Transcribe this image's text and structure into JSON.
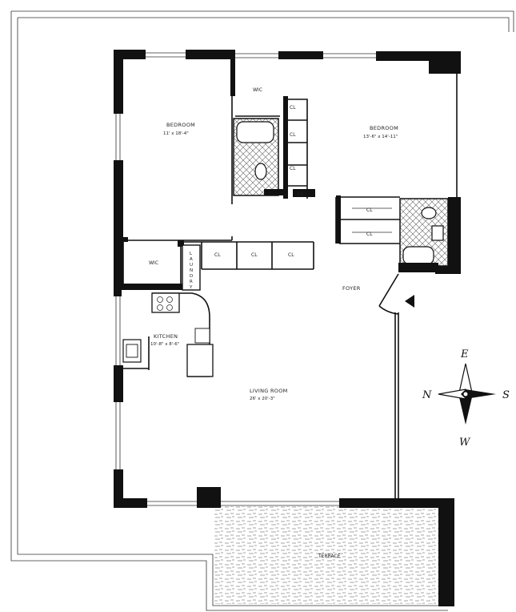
{
  "rooms": {
    "bedroom1": {
      "name": "BEDROOM",
      "dims": "11' x 18'-4\""
    },
    "bedroom2": {
      "name": "BEDROOM",
      "dims": "13'-6\" x 14'-11\""
    },
    "kitchen": {
      "name": "KITCHEN",
      "dims": "10'-8\" x 8'-6\""
    },
    "living": {
      "name": "LIVING ROOM",
      "dims": "26' x 20'-3\""
    },
    "foyer": {
      "name": "FOYER"
    },
    "terrace": {
      "name": "TERRACE"
    },
    "wic1": {
      "name": "WIC"
    },
    "wic2": {
      "name": "WIC"
    },
    "laundry": {
      "name": "LAUNDRY",
      "letters": [
        "L",
        "A",
        "U",
        "N",
        "D",
        "R",
        "Y"
      ]
    }
  },
  "closets": {
    "label": "CL"
  },
  "compass": {
    "e": "E",
    "n": "N",
    "s": "S",
    "w": "W"
  },
  "colors": {
    "wall": "#111111",
    "line": "#333333",
    "background": "#ffffff"
  }
}
